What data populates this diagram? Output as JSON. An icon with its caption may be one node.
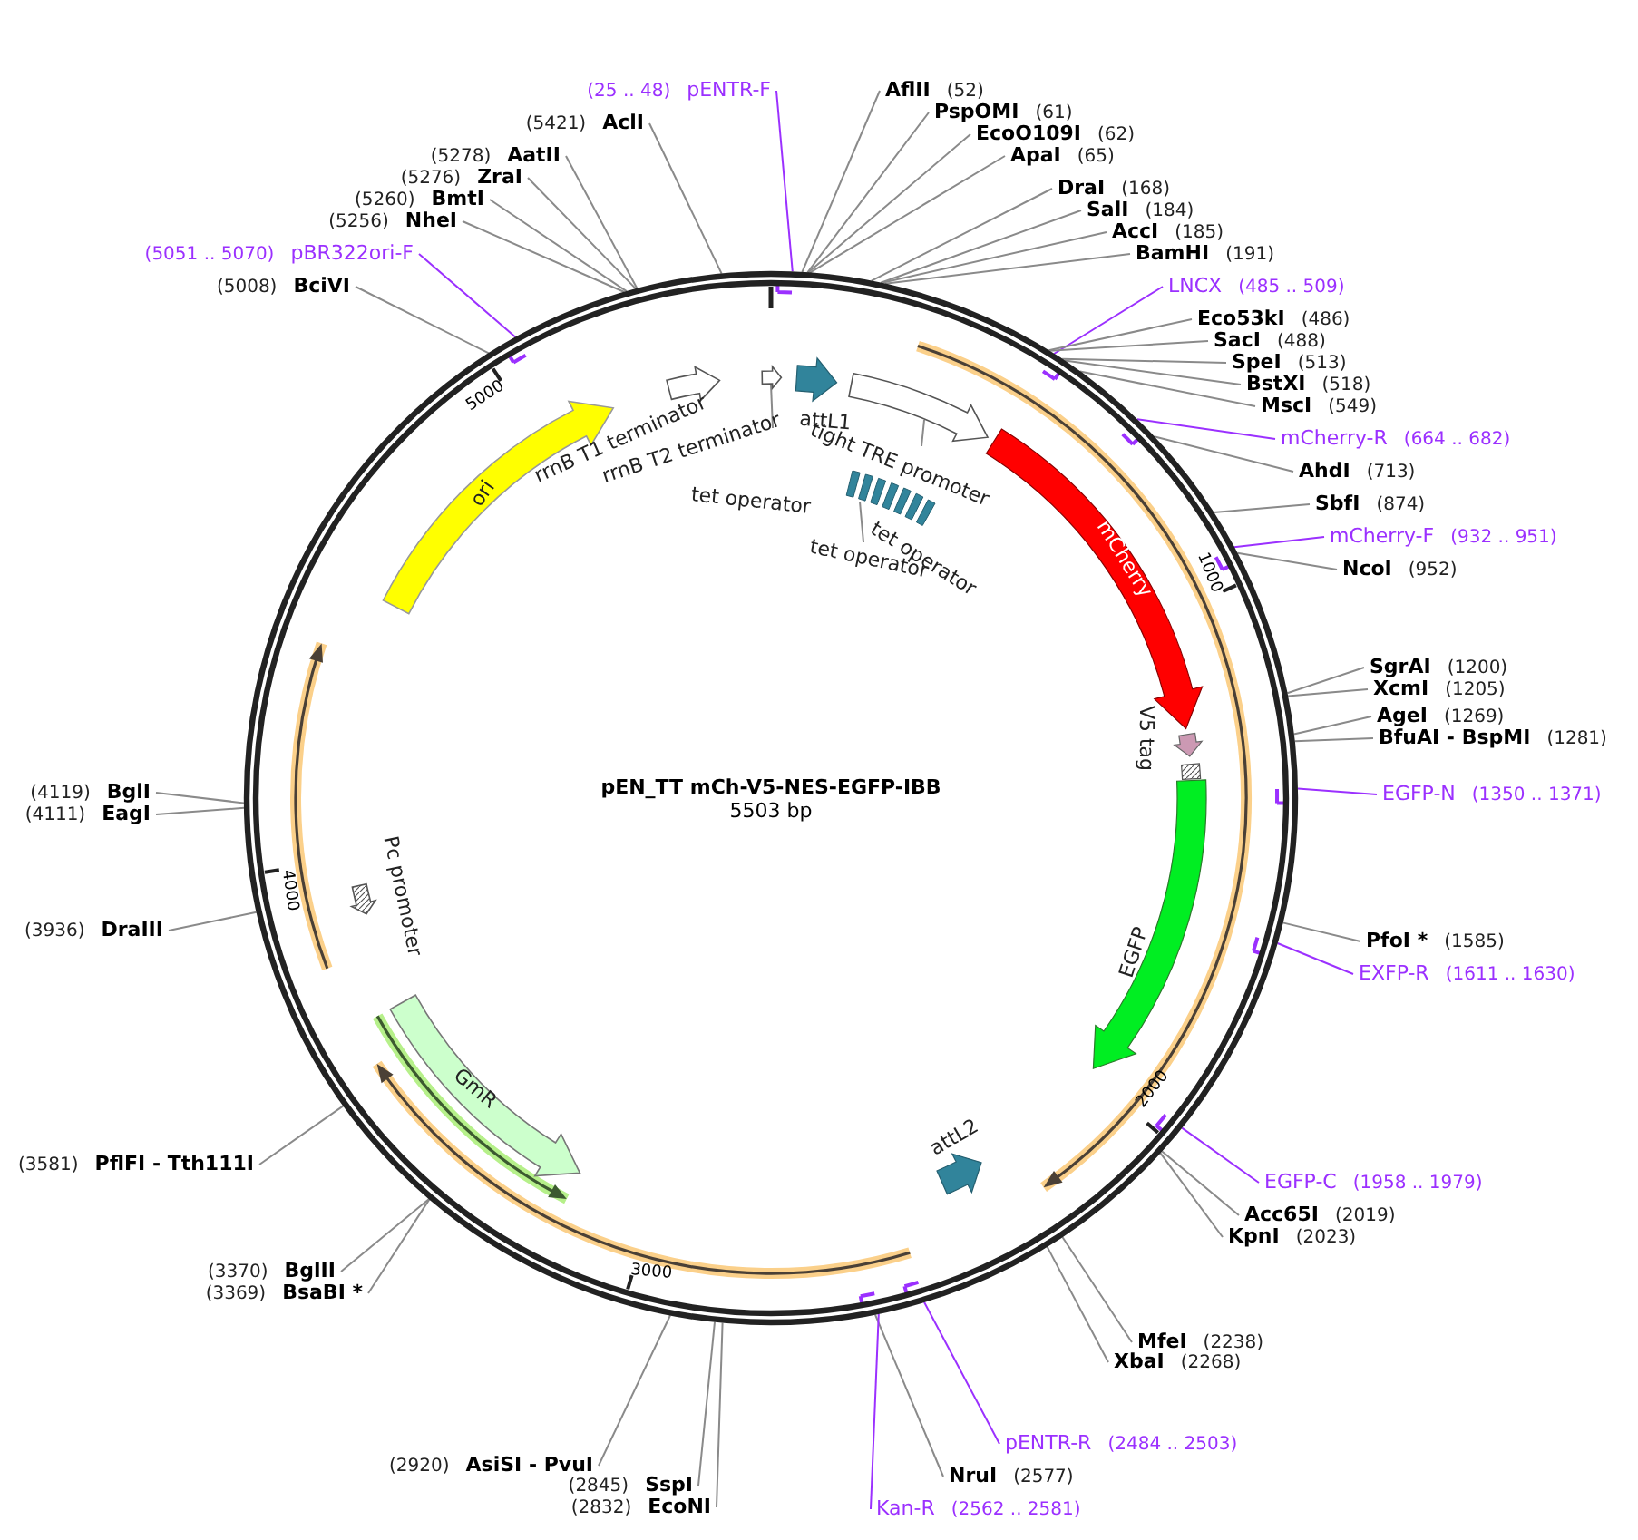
{
  "diagram": {
    "title": "pEN_TT mCh-V5-NES-EGFP-IBB",
    "nodes": [
      {
        "text": [
          "(25 .. 48)",
          "pENTR-F"
        ]
      },
      {
        "text": [
          "(5421)",
          "AclI"
        ]
      },
      {
        "text": [
          "AflII",
          "(52)"
        ]
      },
      {
        "text": [
          "PspOMI",
          "(61)"
        ]
      },
      {
        "text": [
          "EcoO109I",
          "(62)"
        ]
      },
      {
        "text": [
          "(5278)",
          "AatII"
        ]
      },
      {
        "text": [
          "ApaI",
          "(65)"
        ]
      },
      {
        "text": [
          "(5276)",
          "ZraI"
        ]
      },
      {
        "text": [
          "(5260)",
          "BmtI"
        ]
      },
      {
        "text": [
          "DraI",
          "(168)"
        ]
      },
      {
        "text": [
          "(5256)",
          "NheI"
        ]
      },
      {
        "text": [
          "SalI",
          "(184)"
        ]
      },
      {
        "text": [
          "AccI",
          "(185)"
        ]
      },
      {
        "text": [
          "(5051 .. 5070)",
          "pBR322ori-F"
        ]
      },
      {
        "text": [
          "BamHI",
          "(191)"
        ]
      },
      {
        "text": [
          "LNCX",
          "(485 .. 509)"
        ]
      },
      {
        "text": [
          "(5008)",
          "BciVI"
        ]
      },
      {
        "text": [
          "Eco53kI",
          "(486)"
        ]
      },
      {
        "text": [
          "SacI",
          "(488)"
        ]
      },
      {
        "text": [
          "SpeI",
          "(513)"
        ]
      },
      {
        "text": [
          "BstXI",
          "(518)"
        ]
      },
      {
        "text": [
          "MscI",
          "(549)"
        ]
      },
      {
        "text": [
          "mCherry-R",
          "(664 .. 682)"
        ]
      },
      {
        "text": [
          "AhdI",
          "(713)"
        ]
      },
      {
        "text": [
          "SbfI",
          "(874)"
        ]
      },
      {
        "text": [
          "mCherry-F",
          "(932 .. 951)"
        ]
      },
      {
        "text": [
          "NcoI",
          "(952)"
        ]
      },
      {
        "text": [
          "SgrAI",
          "(1200)"
        ]
      },
      {
        "text": [
          "XcmI",
          "(1205)"
        ]
      },
      {
        "text": [
          "AgeI",
          "(1269)"
        ]
      },
      {
        "text": [
          "BfuAI - BspMI",
          "(1281)"
        ]
      },
      {
        "text": [
          "(4119)",
          "BglI"
        ]
      },
      {
        "text": [
          "EGFP-N",
          "(1350 .. 1371)"
        ]
      },
      {
        "text": [
          "(4111)",
          "EagI"
        ]
      },
      {
        "text": [
          "(3936)",
          "DraIII"
        ]
      },
      {
        "text": [
          "PfoI *",
          "(1585)"
        ]
      },
      {
        "text": [
          "EXFP-R",
          "(1611 .. 1630)"
        ]
      },
      {
        "text": [
          "(3581)",
          "PflFI - Tth111I"
        ]
      },
      {
        "text": [
          "EGFP-C",
          "(1958 .. 1979)"
        ]
      },
      {
        "text": [
          "Acc65I",
          "(2019)"
        ]
      },
      {
        "text": [
          "KpnI",
          "(2023)"
        ]
      },
      {
        "text": [
          "(3370)",
          "BglII"
        ]
      },
      {
        "text": [
          "(3369)",
          "BsaBI *"
        ]
      },
      {
        "text": [
          "MfeI",
          "(2238)"
        ]
      },
      {
        "text": [
          "XbaI",
          "(2268)"
        ]
      },
      {
        "text": [
          "pENTR-R",
          "(2484 .. 2503)"
        ]
      },
      {
        "text": [
          "(2920)",
          "AsiSI - PvuI"
        ]
      },
      {
        "text": [
          "NruI",
          "(2577)"
        ]
      },
      {
        "text": [
          "(2845)",
          "SspI"
        ]
      },
      {
        "text": [
          "(2832)",
          "EcoNI"
        ]
      },
      {
        "text": [
          "Kan-R",
          "(2562 .. 2581)"
        ]
      },
      {
        "text": [],
        "shape": "circle"
      },
      {
        "text": [
          "rrnB T2 terminator"
        ],
        "in": 51
      },
      {
        "text": [
          "tight TRE promoter"
        ],
        "in": 51
      },
      {
        "text": [
          "tet operator"
        ],
        "in": 51
      },
      {
        "text": [],
        "shape": "arrow",
        "in": 51
      },
      {
        "text": [],
        "shape": "arrow",
        "in": 51
      },
      {
        "text": [],
        "shape": "box",
        "in": 51
      }
    ],
    "edges": [
      {
        "from": 0,
        "to": 51,
        "arrow": "none",
        "color": "#9b30ff"
      },
      {
        "from": 1,
        "to": 51,
        "arrow": "none"
      },
      {
        "from": 2,
        "to": 51,
        "arrow": "none"
      },
      {
        "from": 3,
        "to": 51,
        "arrow": "none"
      },
      {
        "from": 4,
        "to": 51,
        "arrow": "none"
      },
      {
        "from": 5,
        "to": 51,
        "arrow": "none"
      },
      {
        "from": 6,
        "to": 51,
        "arrow": "none"
      },
      {
        "from": 7,
        "to": 51,
        "arrow": "none"
      },
      {
        "from": 8,
        "to": 51,
        "arrow": "none"
      },
      {
        "from": 9,
        "to": 51,
        "arrow": "none"
      },
      {
        "from": 10,
        "to": 51,
        "arrow": "none"
      },
      {
        "from": 11,
        "to": 51,
        "arrow": "none"
      },
      {
        "from": 12,
        "to": 51,
        "arrow": "none"
      },
      {
        "from": 13,
        "to": 51,
        "arrow": "none",
        "color": "#9b30ff"
      },
      {
        "from": 14,
        "to": 51,
        "arrow": "none"
      },
      {
        "from": 15,
        "to": 51,
        "arrow": "none",
        "color": "#9b30ff"
      },
      {
        "from": 16,
        "to": 51,
        "arrow": "none"
      },
      {
        "from": 17,
        "to": 51,
        "arrow": "none"
      },
      {
        "from": 18,
        "to": 51,
        "arrow": "none"
      },
      {
        "from": 19,
        "to": 51,
        "arrow": "none"
      },
      {
        "from": 20,
        "to": 51,
        "arrow": "none"
      },
      {
        "from": 21,
        "to": 51,
        "arrow": "none"
      },
      {
        "from": 22,
        "to": 51,
        "arrow": "none",
        "color": "#9b30ff"
      },
      {
        "from": 23,
        "to": 51,
        "arrow": "none"
      },
      {
        "from": 24,
        "to": 51,
        "arrow": "none"
      },
      {
        "from": 25,
        "to": 51,
        "arrow": "none",
        "color": "#9b30ff"
      },
      {
        "from": 26,
        "to": 51,
        "arrow": "none"
      },
      {
        "from": 27,
        "to": 51,
        "arrow": "none"
      },
      {
        "from": 28,
        "to": 51,
        "arrow": "none"
      },
      {
        "from": 29,
        "to": 51,
        "arrow": "none"
      },
      {
        "from": 30,
        "to": 51,
        "arrow": "none"
      },
      {
        "from": 31,
        "to": 51,
        "arrow": "none"
      },
      {
        "from": 32,
        "to": 51,
        "arrow": "none",
        "color": "#9b30ff"
      },
      {
        "from": 33,
        "to": 51,
        "arrow": "none"
      },
      {
        "from": 34,
        "to": 51,
        "arrow": "none"
      },
      {
        "from": 35,
        "to": 51,
        "arrow": "none"
      },
      {
        "from": 36,
        "to": 51,
        "arrow": "none",
        "color": "#9b30ff"
      },
      {
        "from": 37,
        "to": 51,
        "arrow": "none"
      },
      {
        "from": 38,
        "to": 51,
        "arrow": "none",
        "color": "#9b30ff"
      },
      {
        "from": 39,
        "to": 51,
        "arrow": "none"
      },
      {
        "from": 40,
        "to": 51,
        "arrow": "none"
      },
      {
        "from": 41,
        "to": 51,
        "arrow": "none"
      },
      {
        "from": 42,
        "to": 51,
        "arrow": "none"
      },
      {
        "from": 43,
        "to": 51,
        "arrow": "none"
      },
      {
        "from": 44,
        "to": 51,
        "arrow": "none"
      },
      {
        "from": 45,
        "to": 51,
        "arrow": "none",
        "color": "#9b30ff"
      },
      {
        "from": 46,
        "to": 51,
        "arrow": "none"
      },
      {
        "from": 47,
        "to": 51,
        "arrow": "none"
      },
      {
        "from": 48,
        "to": 51,
        "arrow": "none"
      },
      {
        "from": 49,
        "to": 51,
        "arrow": "none"
      },
      {
        "from": 50,
        "to": 51,
        "arrow": "none",
        "color": "#9b30ff"
      },
      {
        "from": 52,
        "to": 55,
        "arrow": "none"
      },
      {
        "from": 53,
        "to": 56,
        "arrow": "none"
      },
      {
        "from": 54,
        "to": 57,
        "arrow": "none"
      }
    ],
    "labels": [
      "5503 bp",
      "5000",
      "ori",
      "rrnB T1 terminator",
      "attL1",
      "tet operator",
      "tet operator",
      "1000",
      "mCherry",
      "V5 tag",
      "Pc promoter",
      "4000",
      "EGFP",
      "GmR",
      "2000",
      "attL2",
      "3000"
    ]
  }
}
